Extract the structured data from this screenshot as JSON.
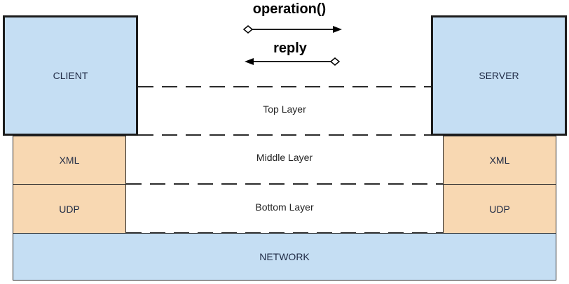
{
  "client": {
    "label": "CLIENT"
  },
  "server": {
    "label": "SERVER"
  },
  "network": {
    "label": "NETWORK"
  },
  "left_stack": {
    "xml": "XML",
    "udp": "UDP"
  },
  "right_stack": {
    "xml": "XML",
    "udp": "UDP"
  },
  "layers": {
    "top": "Top Layer",
    "middle": "Middle Layer",
    "bottom": "Bottom Layer"
  },
  "messages": {
    "request": "operation()",
    "response": "reply"
  },
  "colors": {
    "node_blue": "#c5def3",
    "protocol_orange": "#f8d8b2",
    "stroke": "#1c1c1c"
  }
}
